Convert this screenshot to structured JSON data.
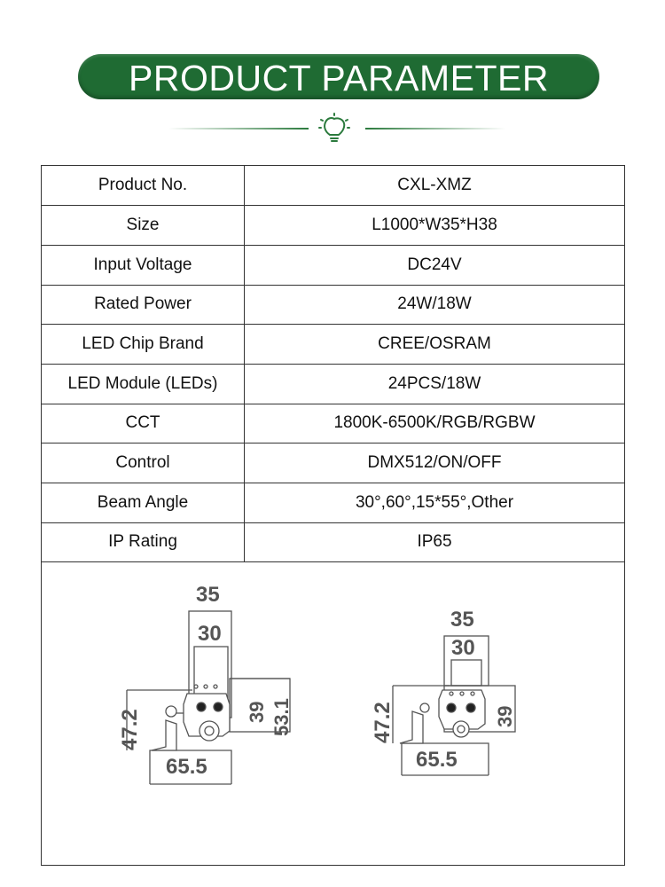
{
  "header": {
    "title": "PRODUCT PARAMETER",
    "icon": "lightbulb-icon",
    "accent": "#1f6b33"
  },
  "specs": [
    {
      "label": "Product No.",
      "value": "CXL-XMZ"
    },
    {
      "label": "Size",
      "value": "L1000*W35*H38"
    },
    {
      "label": "Input Voltage",
      "value": "DC24V"
    },
    {
      "label": "Rated Power",
      "value": "24W/18W"
    },
    {
      "label": "LED Chip Brand",
      "value": "CREE/OSRAM"
    },
    {
      "label": "LED Module (LEDs)",
      "value": "24PCS/18W"
    },
    {
      "label": "CCT",
      "value": "1800K-6500K/RGB/RGBW"
    },
    {
      "label": "Control",
      "value": "DMX512/ON/OFF"
    },
    {
      "label": "Beam Angle",
      "value": "30°,60°,15*55°,Other"
    },
    {
      "label": "IP Rating",
      "value": "IP65"
    }
  ],
  "drawing": {
    "left": {
      "w_outer": "35",
      "w_inner": "30",
      "h_total": "47.2",
      "h_body": "39",
      "h_bracket": "53.1",
      "base": "65.5"
    },
    "right": {
      "w_outer": "35",
      "w_inner": "30",
      "h_total": "47.2",
      "h_body": "39",
      "base": "65.5"
    }
  }
}
